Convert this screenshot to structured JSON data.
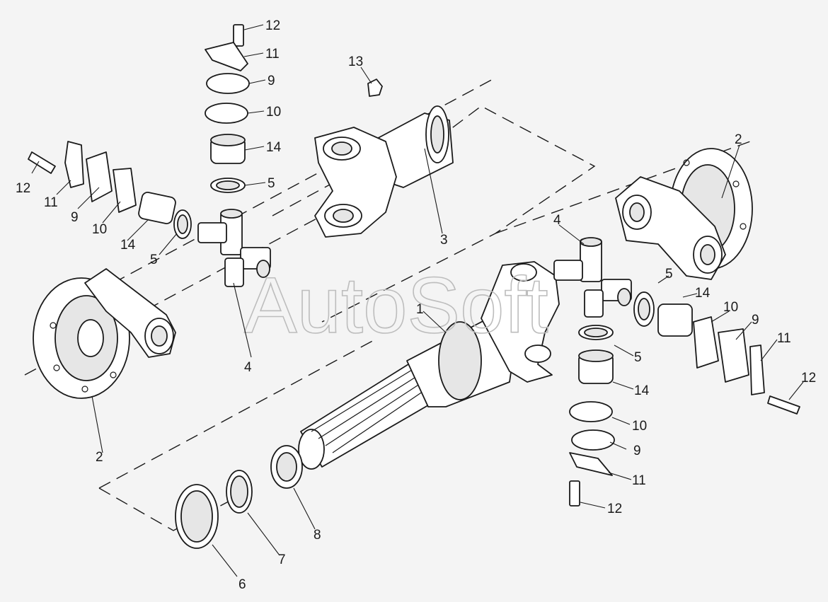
{
  "watermark": "AutoSoft",
  "callouts": {
    "c12a": "12",
    "c11a": "11",
    "c9a": "9",
    "c10a": "10",
    "c14a": "14",
    "c5a": "5",
    "c13": "13",
    "c3": "3",
    "c12b": "12",
    "c11b": "11",
    "c9b": "9",
    "c10b": "10",
    "c14b": "14",
    "c5b": "5",
    "c4a": "4",
    "c2a": "2",
    "c2b": "2",
    "c4b": "4",
    "c1": "1",
    "c5c": "5",
    "c14c": "14",
    "c10c": "10",
    "c9c": "9",
    "c11c": "11",
    "c12c": "12",
    "c14d": "14",
    "c5d": "5",
    "c10d": "10",
    "c9d": "9",
    "c11d": "11",
    "c12d": "12",
    "c6": "6",
    "c7": "7",
    "c8": "8"
  },
  "colors": {
    "line": "#1a1a1a",
    "background": "#f4f4f4",
    "watermark": "#bdbdbd"
  }
}
